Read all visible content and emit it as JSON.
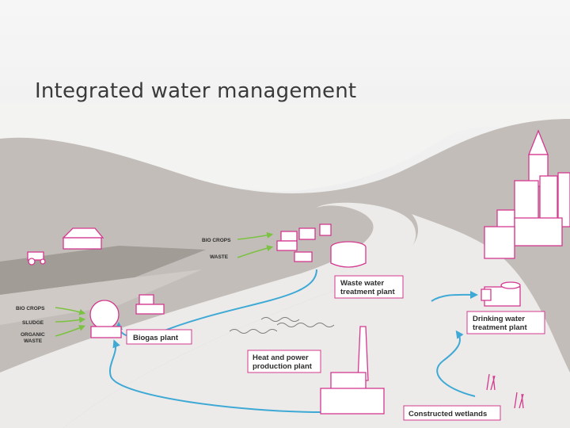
{
  "slide": {
    "title": "Integrated water management"
  },
  "inputs": {
    "bio_crops_upper": "BIO CROPS",
    "waste_upper": "WASTE",
    "bio_crops_left": "BIO CROPS",
    "sludge_left": "SLUDGE",
    "organic_waste_line1": "ORGANIC",
    "organic_waste_line2": "WASTE"
  },
  "facilities": {
    "waste_water_line1": "Waste water",
    "waste_water_line2": "treatment plant",
    "biogas": "Biogas plant",
    "heat_power_line1": "Heat and power",
    "heat_power_line2": "production plant",
    "drinking_water_line1": "Drinking water",
    "drinking_water_line2": "treatment plant",
    "wetlands": "Constructed wetlands"
  },
  "colors": {
    "building_outline": "#d4388f",
    "flow_arrow": "#3fa9d6",
    "input_arrow": "#7cc242",
    "hill": "#bdb8b3",
    "road": "#ececea"
  }
}
